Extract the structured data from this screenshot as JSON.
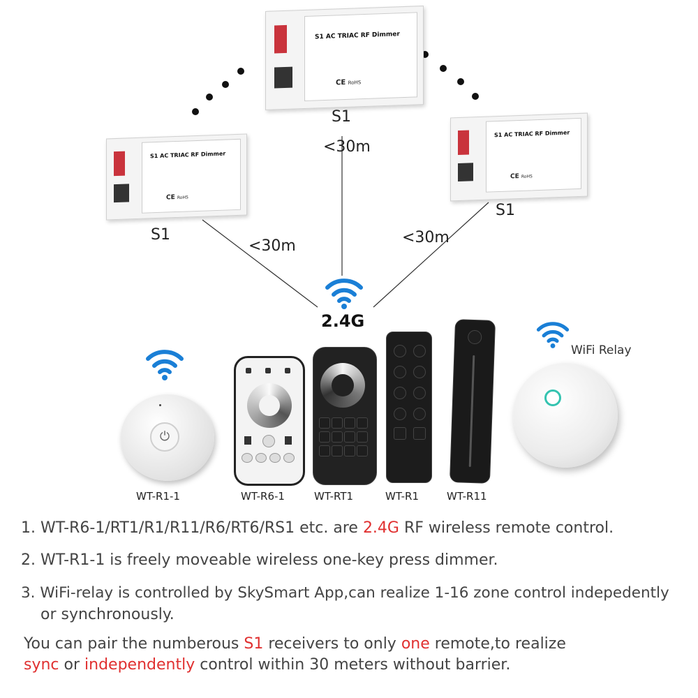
{
  "receivers": [
    {
      "model": "S1",
      "title": "AC TRIAC RF Dimmer"
    },
    {
      "model": "S1",
      "title": "AC TRIAC RF Dimmer"
    },
    {
      "model": "S1",
      "title": "AC TRIAC RF Dimmer"
    }
  ],
  "receiver_labels": [
    "S1",
    "S1",
    "S1"
  ],
  "distances": [
    "<30m",
    "<30m",
    "<30m"
  ],
  "signal_label": "2.4G",
  "wifi_relay_label": "WiFi Relay",
  "devices": [
    "WT-R1-1",
    "WT-R6-1",
    "WT-RT1",
    "WT-R1",
    "WT-R11"
  ],
  "colors": {
    "accent_red": "#e03030",
    "wifi_blue": "#1a7fd6"
  },
  "notes": [
    {
      "before": "1. WT-R6-1/RT1/R1/R11/R6/RT6/RS1 etc. are ",
      "highlight": "2.4G",
      "after": " RF wireless remote control."
    },
    {
      "text": "2. WT-R1-1 is freely moveable wireless one-key press dimmer."
    },
    {
      "line1": "3. WiFi-relay is controlled by SkySmart App,can realize 1-16 zone control indepedently",
      "line2": "or synchronously."
    }
  ],
  "summary": {
    "l1_a": "You can pair the numberous ",
    "l1_b": "S1",
    "l1_c": " receivers to only ",
    "l1_d": "one",
    "l1_e": " remote,to realize",
    "l2_a": "sync",
    "l2_b": " or ",
    "l2_c": "independently",
    "l2_d": " control within 30 meters without barrier."
  }
}
